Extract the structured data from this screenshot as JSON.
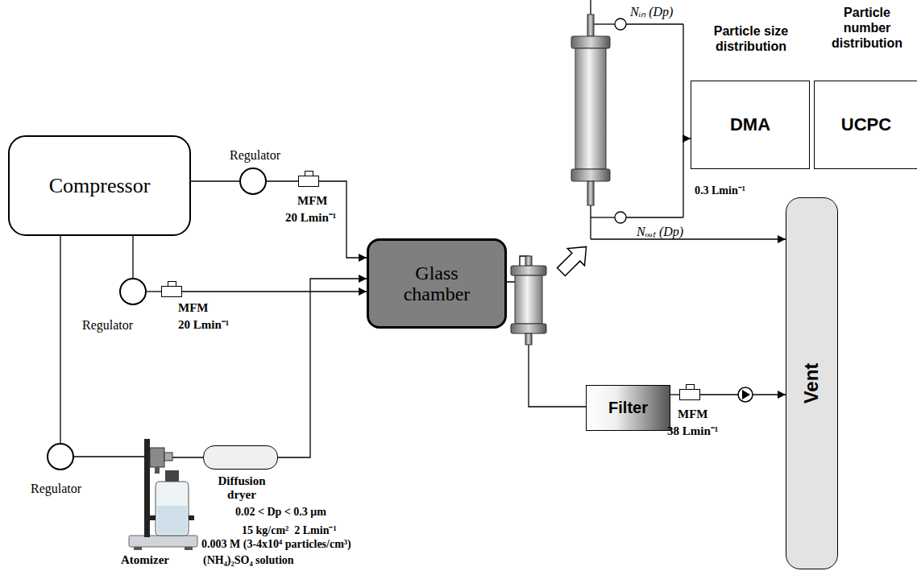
{
  "diagram": {
    "nodes": [
      {
        "text": [
          "Compressor"
        ]
      },
      {
        "text": [
          "Regulator"
        ]
      },
      {
        "text": [
          "MFM",
          "20 Lmin⁻¹"
        ]
      },
      {
        "text": [
          "Glass chamber"
        ]
      },
      {
        "text": [
          "Regulator"
        ]
      },
      {
        "text": [
          "MFM",
          "20 Lmin⁻¹"
        ]
      },
      {
        "text": [
          "Regulator"
        ]
      },
      {
        "text": [
          "Atomizer"
        ]
      },
      {
        "text": [
          "Diffusion dryer"
        ]
      },
      {
        "text": [
          "Particle size distribution",
          "DMA"
        ]
      },
      {
        "text": [
          "Particle number distribution",
          "UCPC"
        ]
      },
      {
        "text": [
          "Vent"
        ]
      },
      {
        "text": [
          "Filter"
        ]
      },
      {
        "text": [
          "MFM",
          "38 Lmin⁻¹"
        ]
      }
    ],
    "edges": [
      {
        "from": 0,
        "to": 1,
        "arrow": "none"
      },
      {
        "from": 1,
        "to": 2,
        "arrow": "none"
      },
      {
        "from": 2,
        "to": 3,
        "arrow": "to"
      },
      {
        "from": 0,
        "to": 4,
        "arrow": "none"
      },
      {
        "from": 4,
        "to": 5,
        "arrow": "none"
      },
      {
        "from": 5,
        "to": 3,
        "arrow": "to"
      },
      {
        "from": 0,
        "to": 6,
        "arrow": "none"
      },
      {
        "from": 6,
        "to": 7,
        "arrow": "none"
      },
      {
        "from": 7,
        "to": 8,
        "arrow": "none"
      },
      {
        "from": 8,
        "to": 3,
        "arrow": "to"
      },
      {
        "from": 3,
        "to": 12,
        "arrow": "none"
      },
      {
        "from": 12,
        "to": 13,
        "arrow": "none"
      },
      {
        "from": 13,
        "to": 11,
        "arrow": "to"
      }
    ],
    "labels": [
      "Nᵢₙ (Dp)",
      "0.3 Lmin⁻¹",
      "Nₒᵤₜ (Dp)",
      "0.02 < Dp < 0.3 μm",
      "15 kg/cm²  2 Lmin⁻¹",
      "0.003 M (3-4x10⁴ particles/cm³)",
      "(NH₄)₂SO₄ solution"
    ]
  }
}
